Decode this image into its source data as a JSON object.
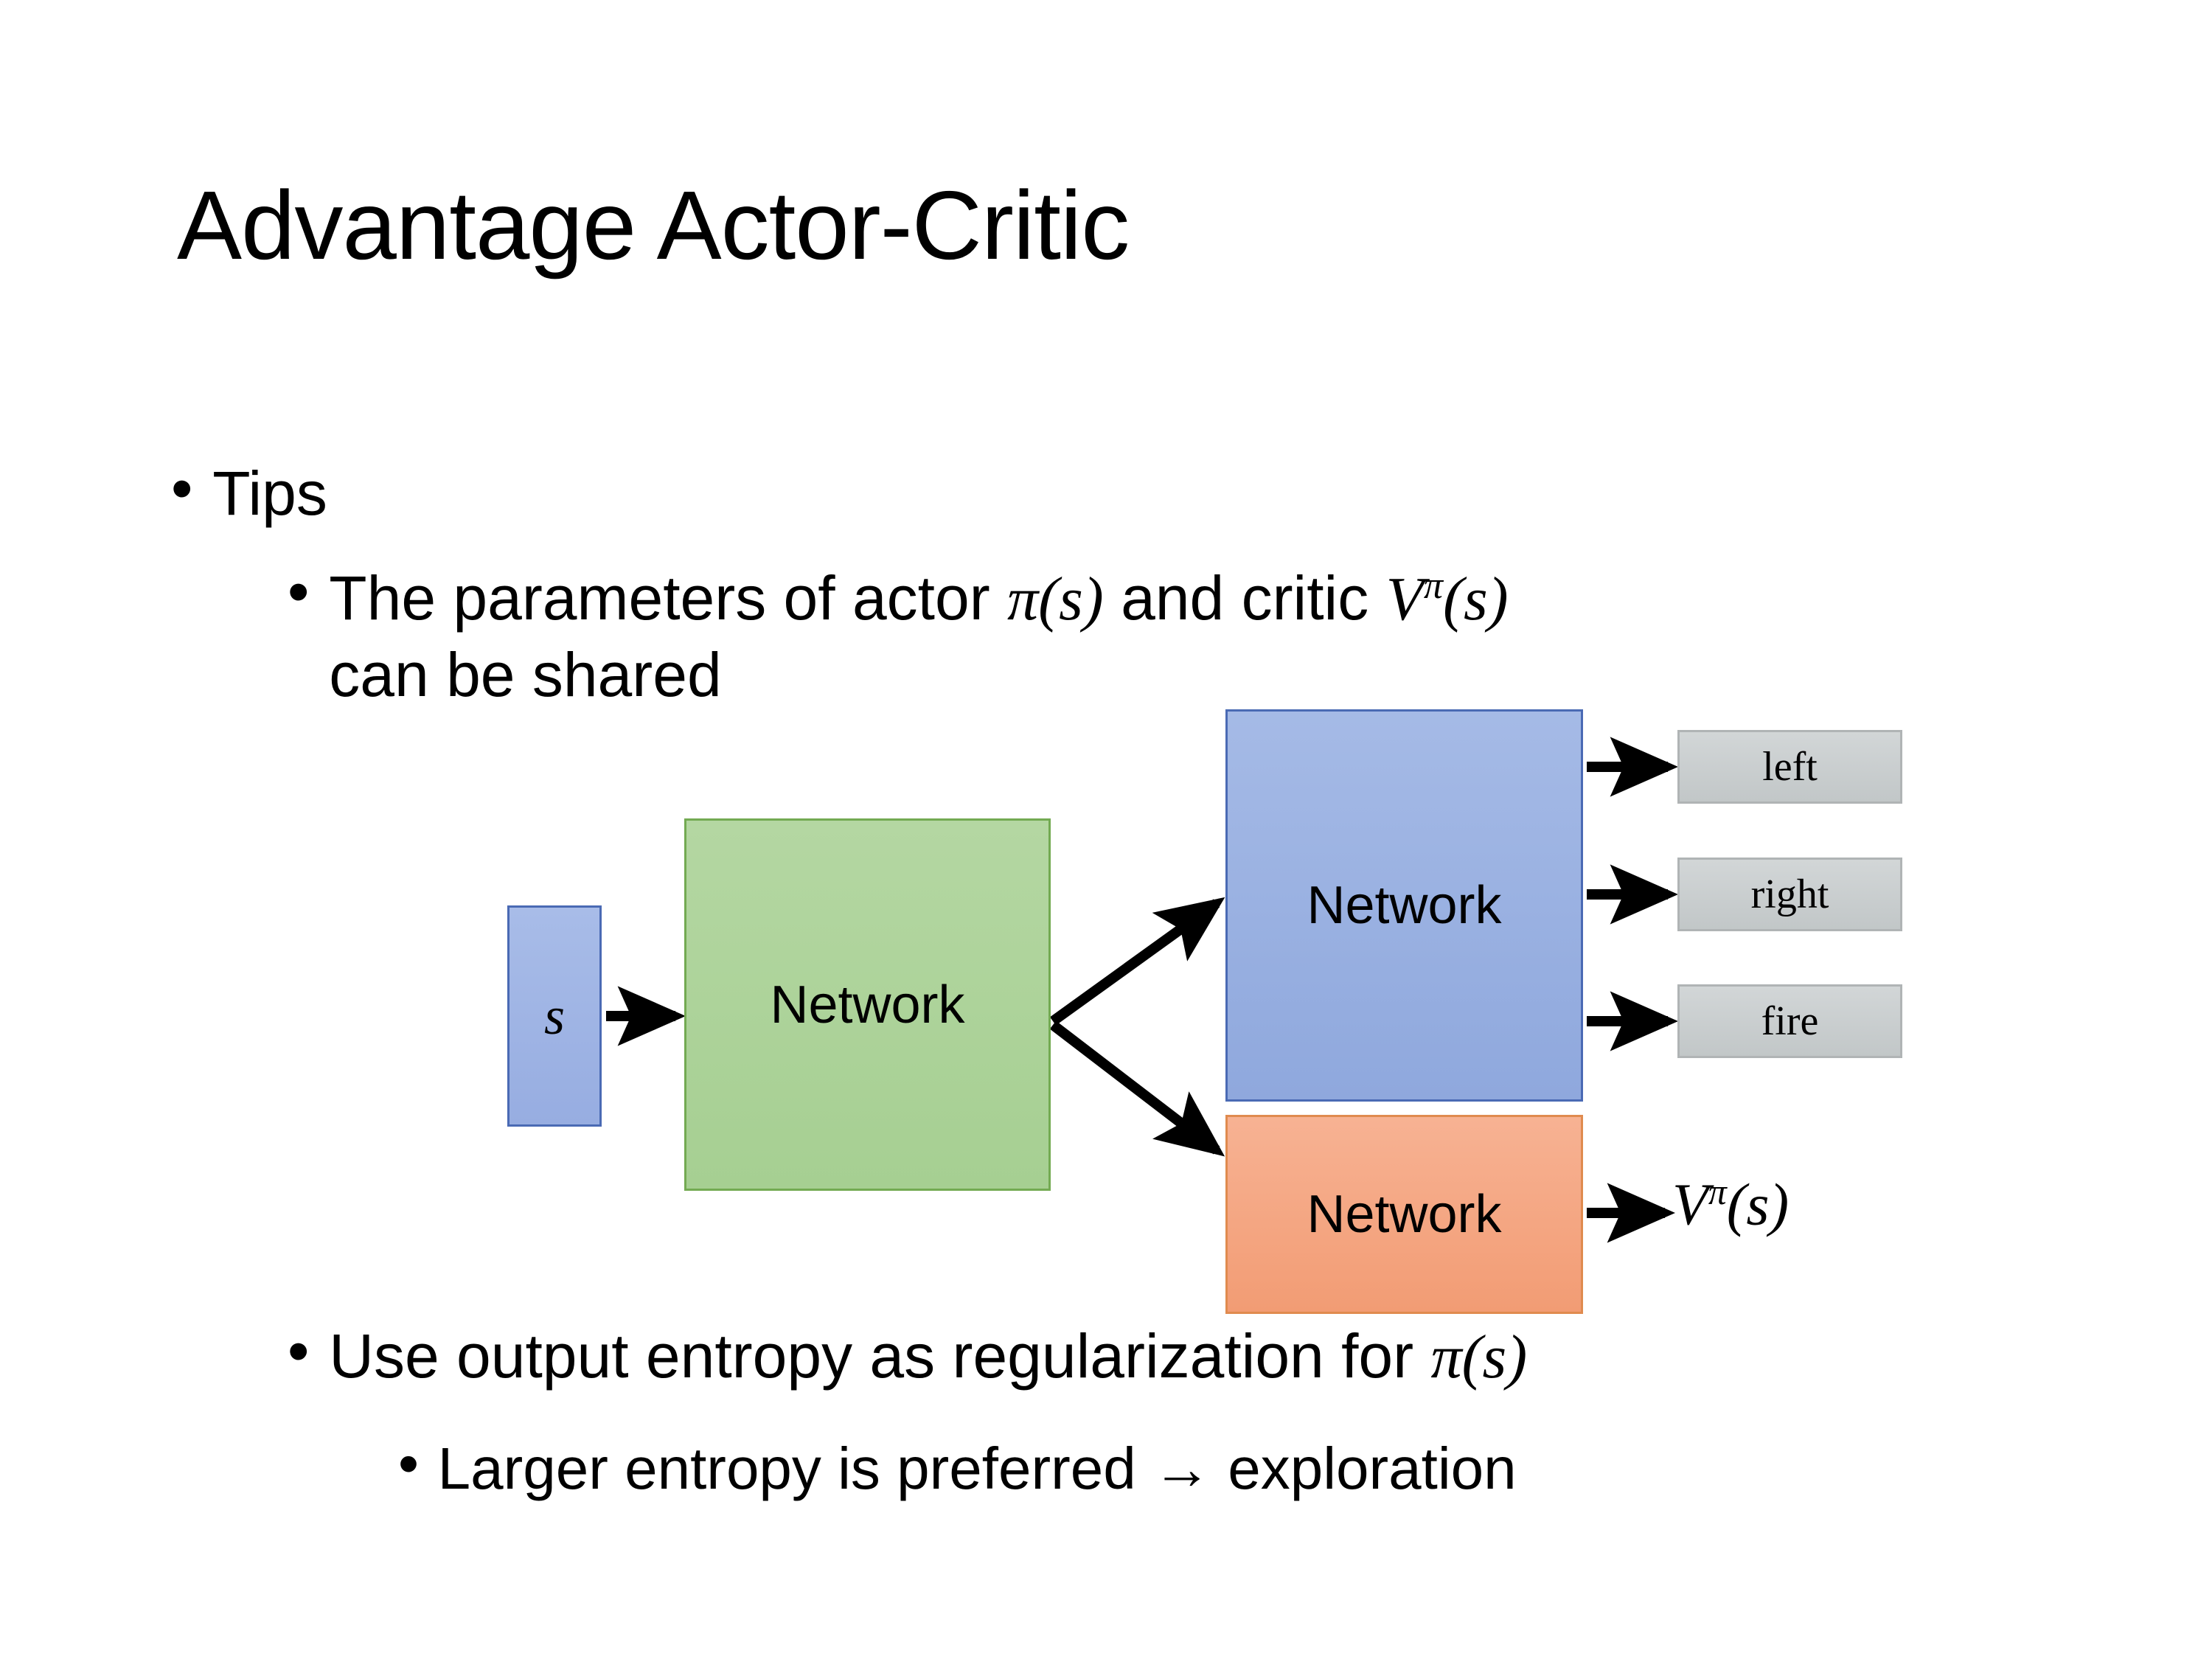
{
  "slide": {
    "title": "Advantage Actor-Critic",
    "bullet_char": "•"
  },
  "bullets": [
    {
      "id": "tips",
      "level": 1,
      "text": "Tips"
    },
    {
      "id": "shared-params",
      "level": 2,
      "text_before_pi": "The parameters of actor ",
      "pi_of_s": "π(s)",
      "text_middle": "  and critic ",
      "critic_v": "V",
      "critic_sup": "π",
      "critic_arg": "(s)",
      "text_after": "can be shared",
      "full_text": "The parameters of actor π(s)  and critic Vπ(s) can be shared"
    },
    {
      "id": "entropy-reg",
      "level": 2,
      "text_before_pi": "Use output entropy as regularization for ",
      "pi_of_s": "π(s)",
      "full_text": "Use output entropy as regularization for π(s)"
    },
    {
      "id": "larger-entropy",
      "level": 3,
      "text": "Larger entropy is preferred → exploration"
    }
  ],
  "diagram": {
    "input_box": {
      "label": "s",
      "fill": "#97ade1",
      "border": "#4a6ab4"
    },
    "shared_network": {
      "label": "Network",
      "fill": "#a6cf92",
      "border": "#73aa52"
    },
    "actor_network": {
      "label": "Network",
      "fill": "#8fa8dd",
      "border": "#4a6ab4"
    },
    "critic_network": {
      "label": "Network",
      "fill": "#f29c74",
      "border": "#e08b4f"
    },
    "actions": [
      {
        "label": "left",
        "fill": "#c2c7c8"
      },
      {
        "label": "right",
        "fill": "#c2c7c8"
      },
      {
        "label": "fire",
        "fill": "#c2c7c8"
      }
    ],
    "value_output": {
      "symbol": "V",
      "superscript": "π",
      "argument": "(s)",
      "full": "Vπ(s)"
    },
    "arrow_color": "#000000"
  }
}
